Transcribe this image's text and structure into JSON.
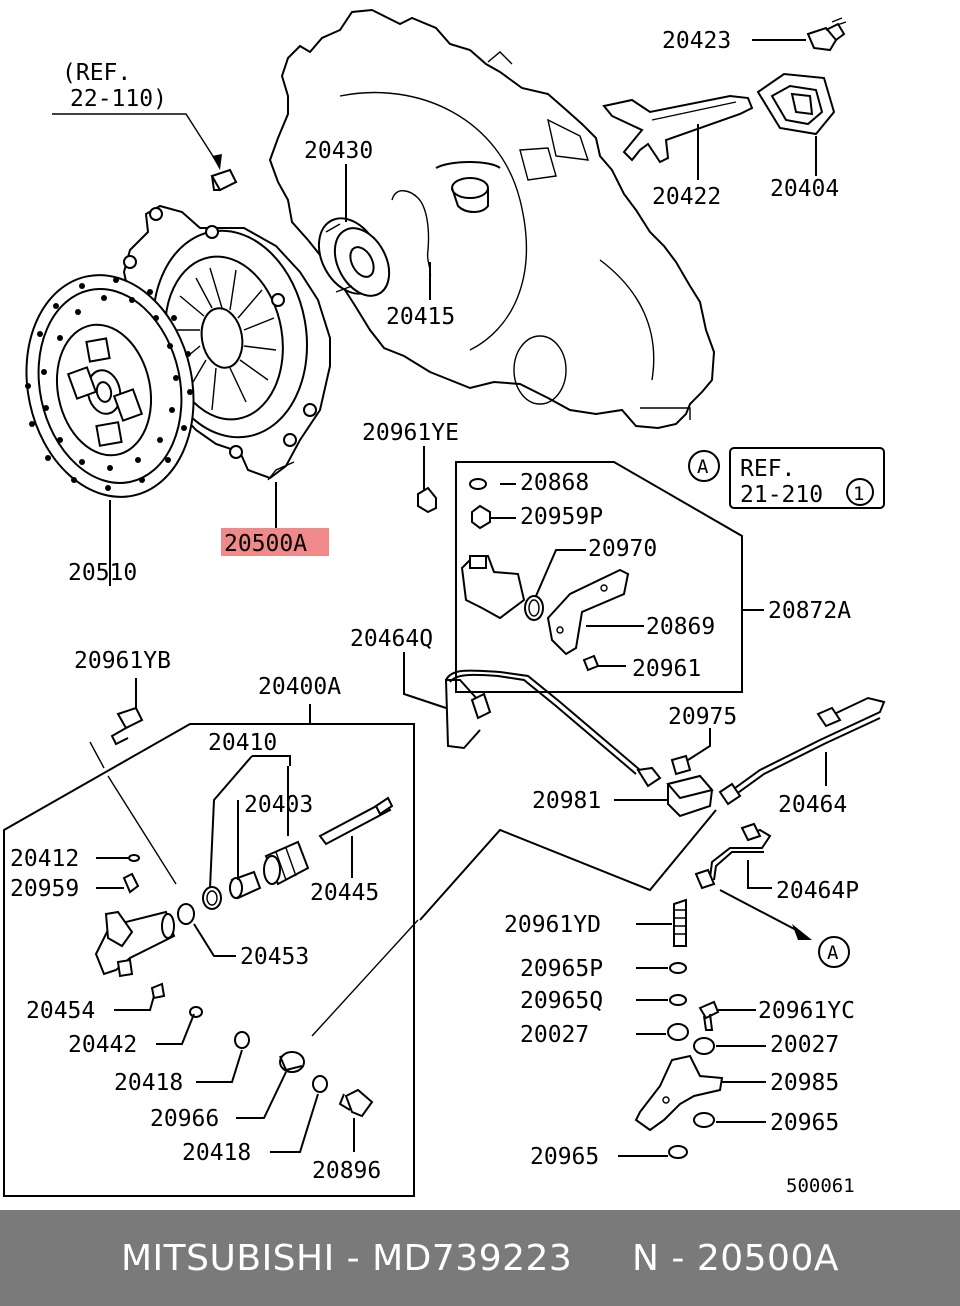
{
  "diagram": {
    "highlight_color": "#f08a8a",
    "labels": {
      "ref_1_line1": "(REF.",
      "ref_1_line2": "22-110)",
      "p20423": "20423",
      "p20430": "20430",
      "p20422": "20422",
      "p20404": "20404",
      "p20415": "20415",
      "p20961YE": "20961YE",
      "circle_a_1": "A",
      "ref_2_line1": "REF.",
      "ref_2_line2": "21-210",
      "ref_2_circle": "1",
      "p20868": "20868",
      "p20959P": "20959P",
      "p20970": "20970",
      "p20500A": "20500A",
      "p20510": "20510",
      "p20872A": "20872A",
      "p20869": "20869",
      "p20464Q": "20464Q",
      "p20961_a": "20961",
      "p20961YB": "20961YB",
      "p20400A": "20400A",
      "p20975": "20975",
      "p20410": "20410",
      "p20403": "20403",
      "p20981": "20981",
      "p20464": "20464",
      "p20412": "20412",
      "p20959": "20959",
      "p20445": "20445",
      "p20464P": "20464P",
      "p20453": "20453",
      "p20961YD": "20961YD",
      "circle_a_2": "A",
      "p20965P": "20965P",
      "p20454": "20454",
      "p20965Q": "20965Q",
      "p20961YC": "20961YC",
      "p20027_a": "20027",
      "p20027_b": "20027",
      "p20442": "20442",
      "p20418_a": "20418",
      "p20985": "20985",
      "p20966": "20966",
      "p20965_a": "20965",
      "p20418_b": "20418",
      "p20965_b": "20965",
      "p20896": "20896",
      "diagram_no": "500061"
    }
  },
  "footer": {
    "caption": "MITSUBISHI - MD739223     N - 20500A",
    "background": "#7a7a7a",
    "text_color": "#ffffff"
  }
}
